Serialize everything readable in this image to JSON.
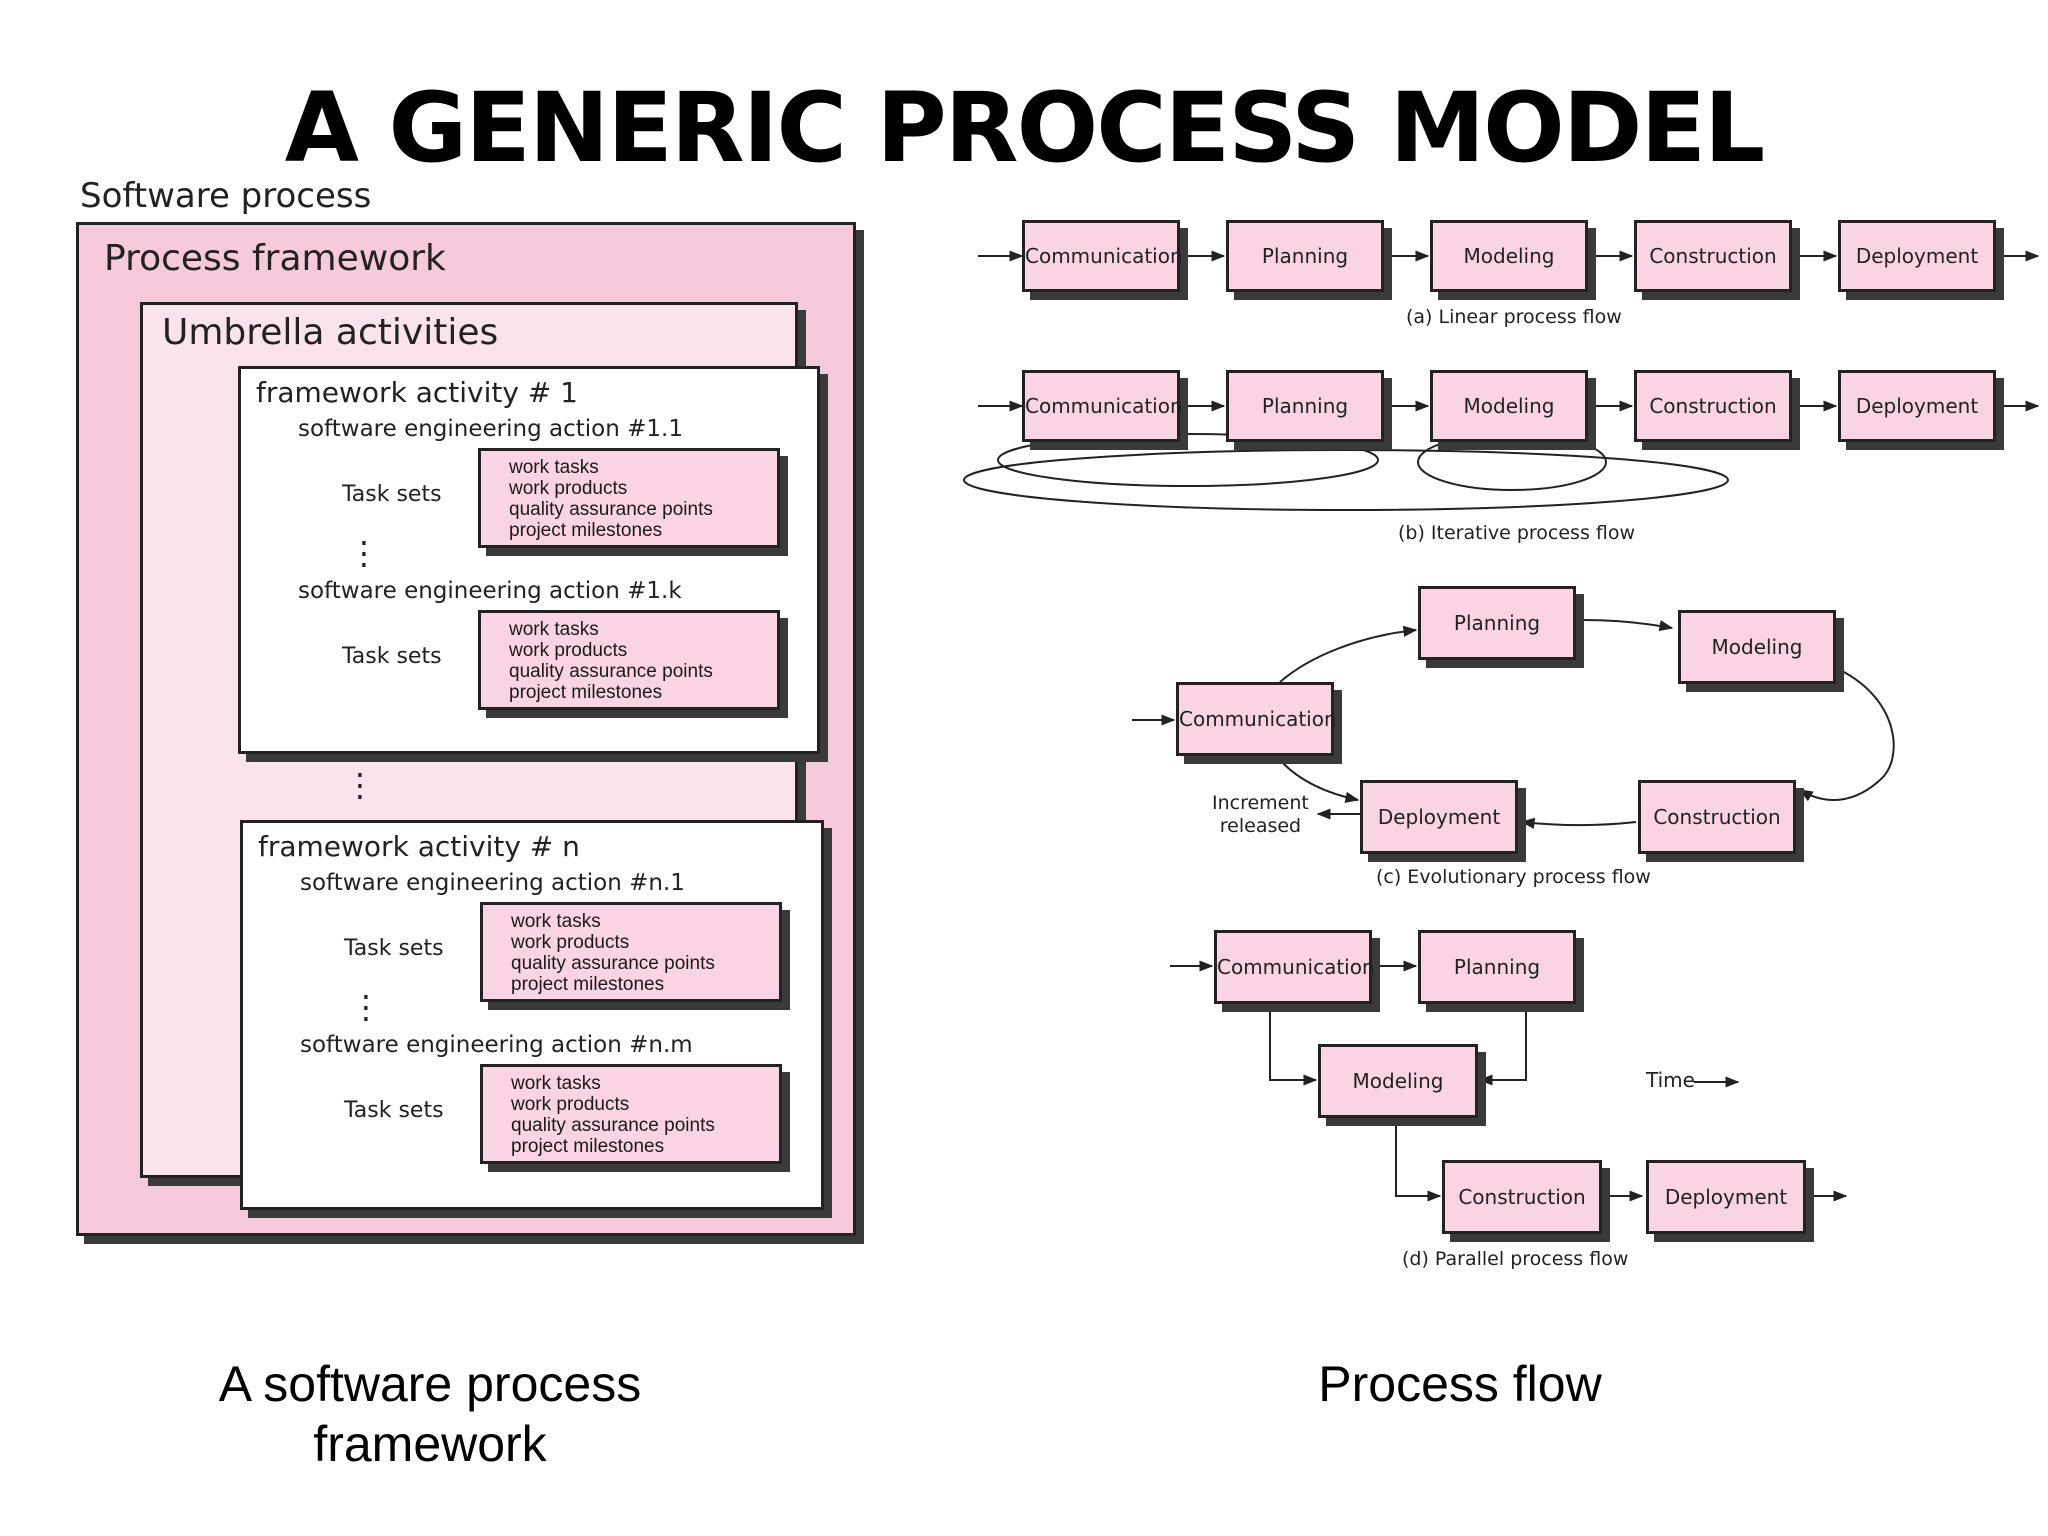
{
  "title": "A GENERIC PROCESS MODEL",
  "framework": {
    "software_process": "Software process",
    "process_framework": "Process framework",
    "umbrella": "Umbrella activities",
    "activity1": {
      "title": "framework activity # 1",
      "action_a": "software engineering action #1.1",
      "action_b": "software engineering action #1.k"
    },
    "activityn": {
      "title": "framework activity # n",
      "action_a": "software engineering action #n.1",
      "action_b": "software engineering action #n.m"
    },
    "task_sets": "Task sets",
    "tasks": [
      "work tasks",
      "work products",
      "quality assurance points",
      "project milestones"
    ],
    "dots": "⋮"
  },
  "flows": {
    "activities": {
      "communication": "Communication",
      "planning": "Planning",
      "modeling": "Modeling",
      "construction": "Construction",
      "deployment": "Deployment"
    },
    "linear_caption": "(a) Linear process flow",
    "iterative_caption": "(b) Iterative process flow",
    "evolutionary_caption": "(c) Evolutionary process flow",
    "parallel_caption": "(d) Parallel process flow",
    "increment_released": [
      "Increment",
      "released"
    ],
    "time_label": "Time"
  },
  "captions": {
    "left": [
      "A software process",
      "framework"
    ],
    "right": "Process flow"
  },
  "colors": {
    "pink_box": "#fad4e4",
    "pink_outer": "#f7c9dc",
    "pink_mid": "#fbe3ee",
    "line": "#222222"
  }
}
